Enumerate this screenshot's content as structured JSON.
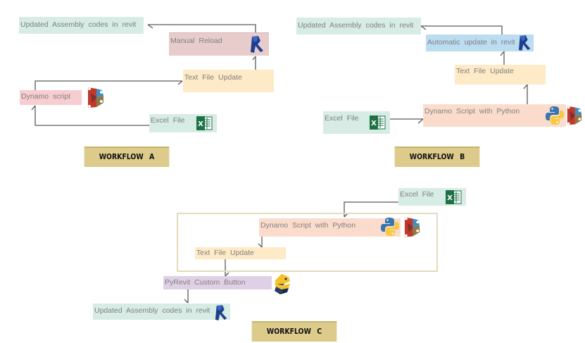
{
  "workflow_a": {
    "title": "WORKFLOW   A",
    "nodes": {
      "updated": "Updated  Assembly  codes  in  revit",
      "manual_reload": "Manual  Reload",
      "text_file": "Text  File  Update",
      "dynamo": "Dynamo  script",
      "excel": "Excel  File"
    }
  },
  "workflow_b": {
    "title": "WORKFLOW   B",
    "nodes": {
      "updated": "Updated  Assembly  codes  in  revit",
      "automatic_update": "Automatic  update  in  revit",
      "text_file": "Text  File  Update",
      "dynamo_python": "Dynamo  Script  with  Python",
      "excel": "Excel  File"
    }
  },
  "workflow_c": {
    "title": "WORKFLOW  C",
    "nodes": {
      "excel": "Excel  File",
      "dynamo_python": "Dynamo  Script  with  Python",
      "text_file": "Text  File  Update",
      "pyrevit": "PyRevit  Custom  Button",
      "updated": "Updated  Assembly  codes  in  revit"
    }
  },
  "icons": {
    "revit": "revit-icon",
    "dynamo": "dynamo-icon",
    "excel": "excel-icon",
    "python": "python-icon",
    "pyrevit": "pyrevit-icon"
  },
  "colors": {
    "green_box": "#d7ece4",
    "manual_reload_box": "#e8cccc",
    "dynamo_box": "#f7cdd0",
    "text_file_box": "#feeac7",
    "automatic_box": "#bcdcf2",
    "dynamo_python_box": "#fbdccc",
    "pyrevit_box": "#dfd0e6",
    "workflow_label": "#dccb8b",
    "connector": "#595959"
  }
}
